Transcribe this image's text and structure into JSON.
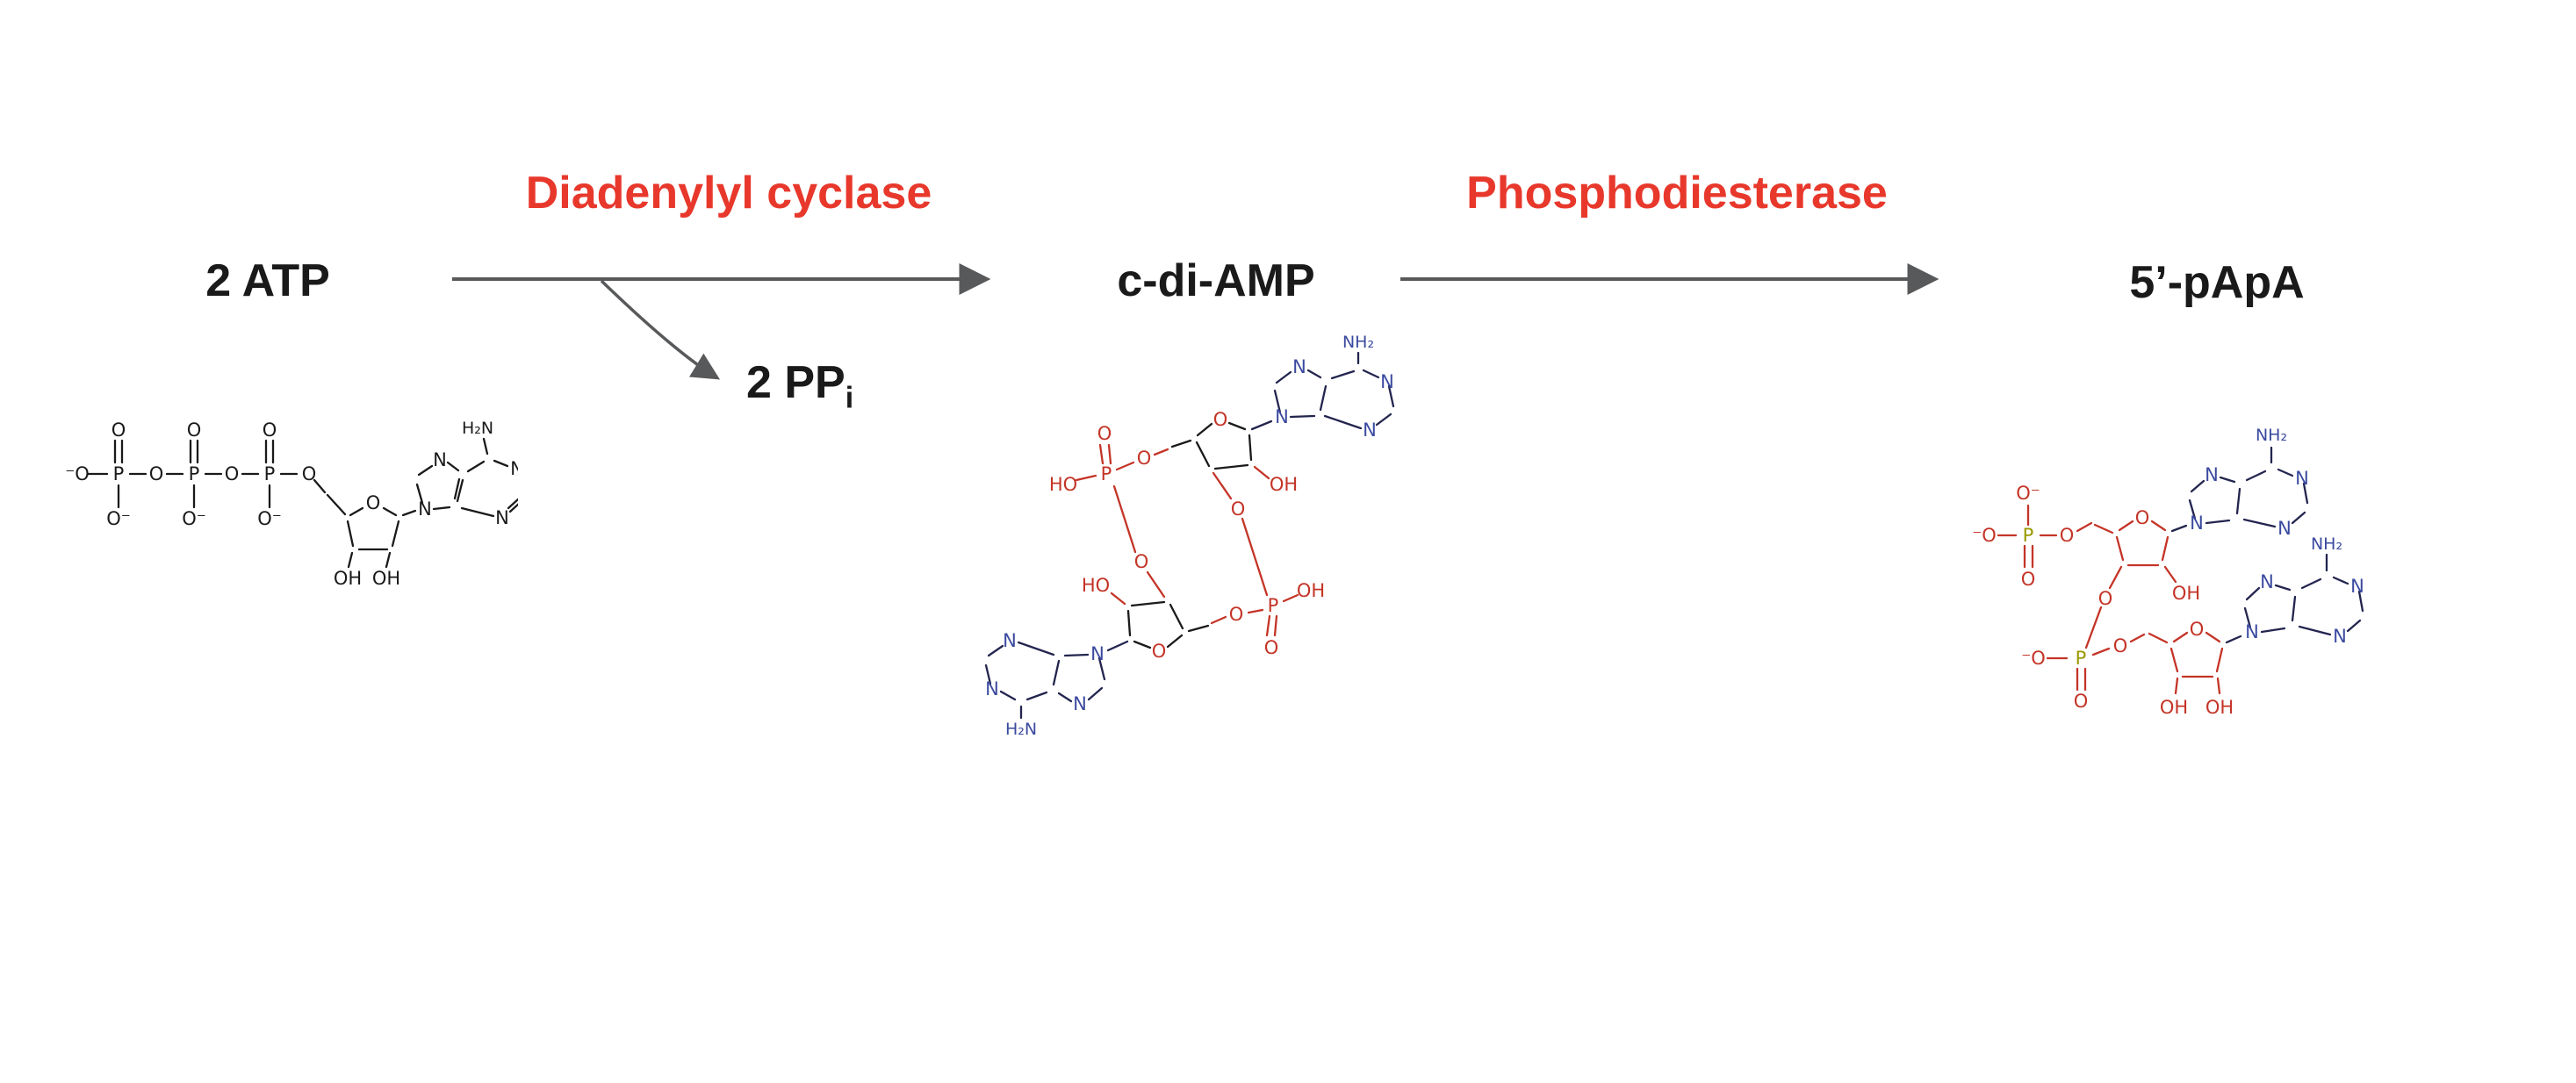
{
  "reaction": {
    "substrate": "2 ATP",
    "enzyme1": "Diadenylyl cyclase",
    "byproduct_main": "2 PP",
    "byproduct_sub": "i",
    "intermediate": "c-di-AMP",
    "enzyme2": "Phosphodiesterase",
    "product": "5’-pApA"
  },
  "colors": {
    "enzyme_text": "#e8382c",
    "arrow": "#58595b",
    "main_text": "#1a1a1a",
    "oxygen_red": "#c43427",
    "nitrogen_blue": "#3b4a9f",
    "phosphorus_olive": "#999900"
  },
  "glyphs": {
    "P": "P",
    "O": "O",
    "O_minus": "O⁻",
    "minus_O": "⁻O",
    "OH": "OH",
    "HO": "HO",
    "N": "N",
    "NH2": "NH₂",
    "H2N": "H₂N"
  }
}
